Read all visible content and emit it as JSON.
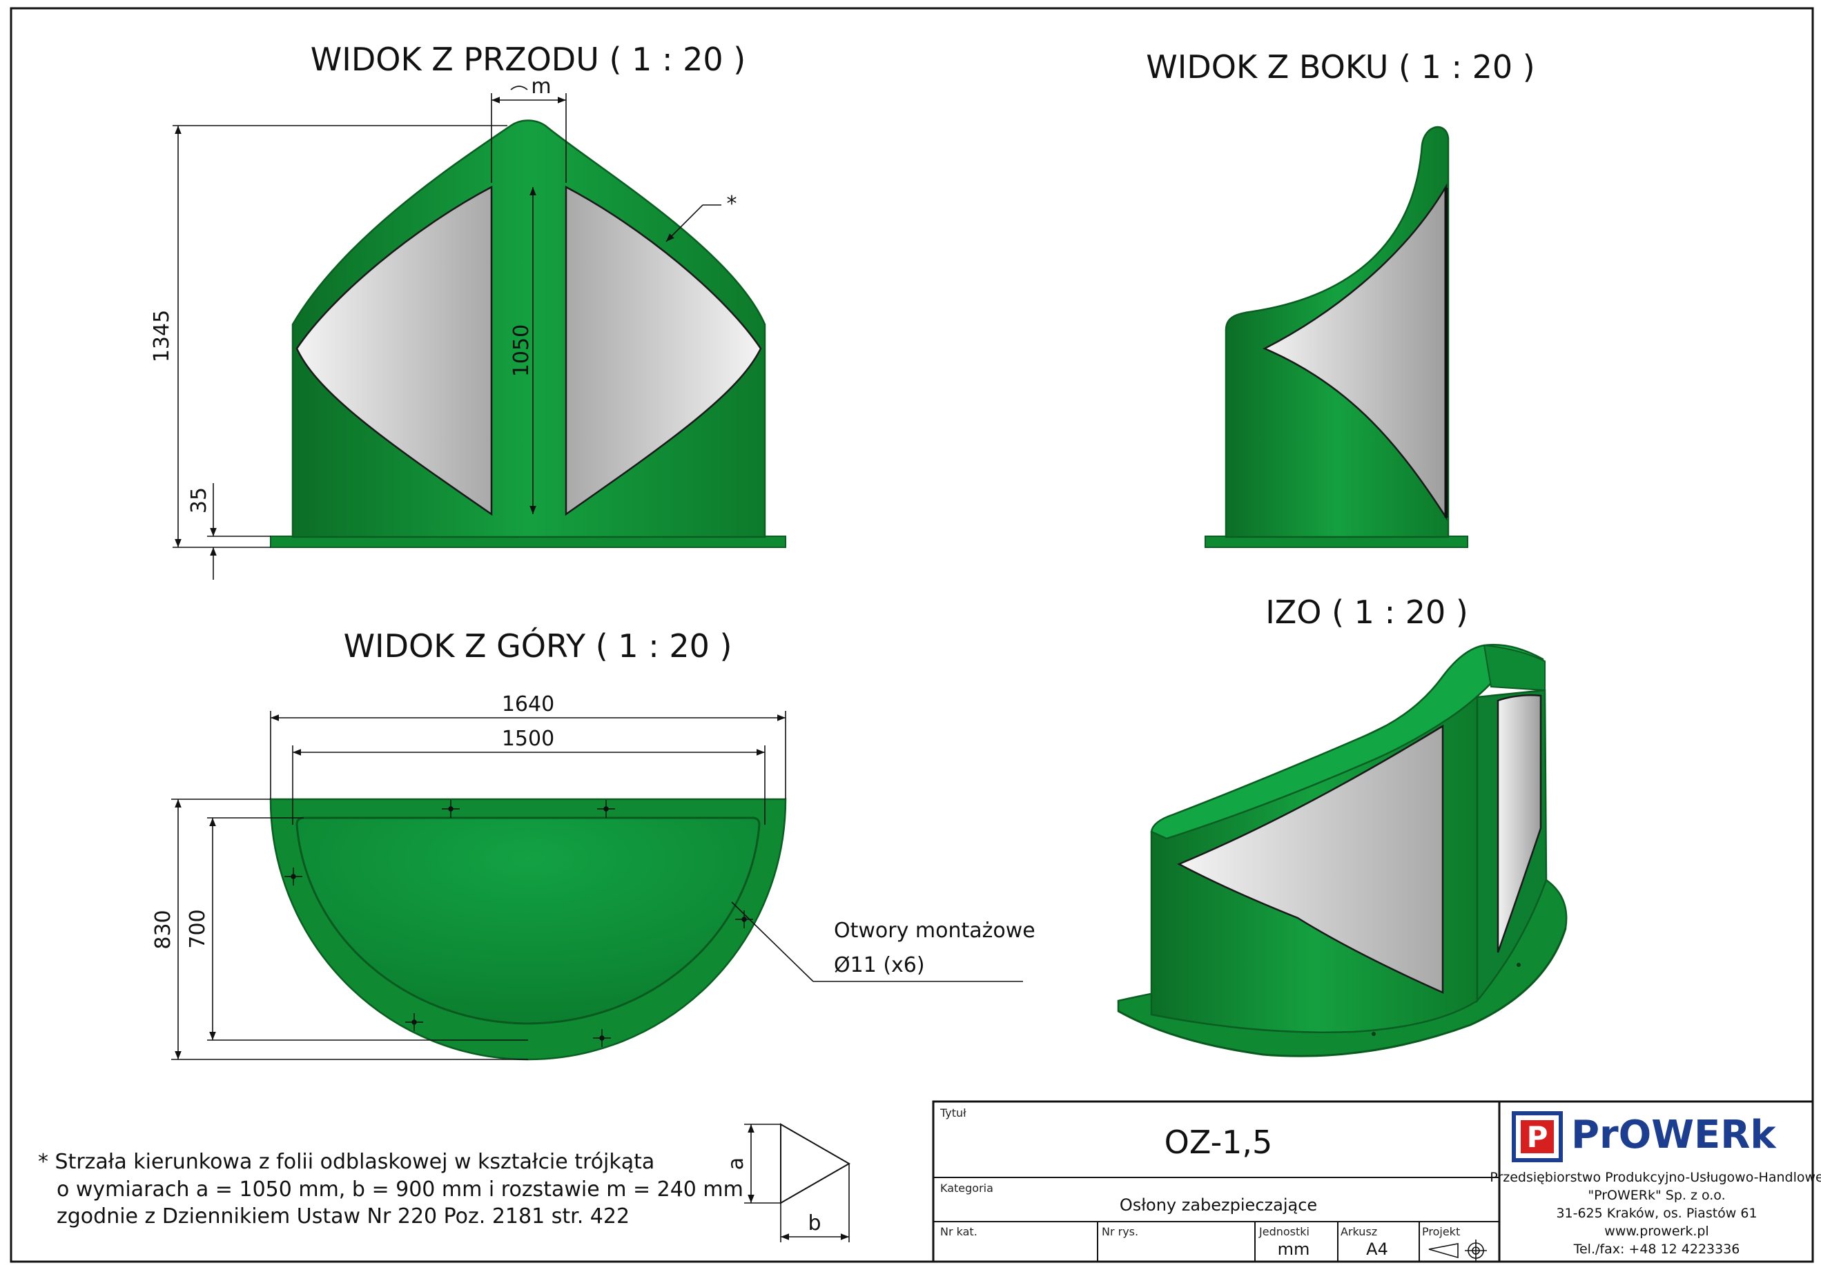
{
  "views": {
    "front": {
      "title": "WIDOK Z PRZODU ( 1 : 20 )",
      "dim_total_height": "1345",
      "dim_arrow_height": "1050",
      "dim_base_height": "35",
      "dim_spacing": "m",
      "reflective_marker": "*"
    },
    "side": {
      "title": "WIDOK Z BOKU ( 1 : 20 )"
    },
    "top": {
      "title": "WIDOK Z GÓRY ( 1 : 20 )",
      "dim_outer_width": "1640",
      "dim_inner_width": "1500",
      "dim_outer_depth": "830",
      "dim_inner_depth": "700",
      "holes_label": "Otwory montażowe",
      "holes_spec": "Ø11 (x6)"
    },
    "iso": {
      "title": "IZO ( 1 : 20 )"
    }
  },
  "note": {
    "line1": "* Strzała kierunkowa z folii odblaskowej w kształcie trójkąta",
    "line2": "o wymiarach a = 1050 mm, b = 900 mm i rozstawie m = 240 mm",
    "line3": "zgodnie z Dziennikiem Ustaw Nr 220 Poz. 2181 str. 422"
  },
  "triangle": {
    "label_a": "a",
    "label_b": "b"
  },
  "title_block": {
    "title_label": "Tytuł",
    "title_value": "OZ-1,5",
    "category_label": "Kategoria",
    "category_value": "Osłony zabezpieczające",
    "catalog_no_label": "Nr kat.",
    "drawing_no_label": "Nr rys.",
    "units_label": "Jednostki",
    "units_value": "mm",
    "sheet_label": "Arkusz",
    "sheet_value": "A4",
    "project_label": "Projekt"
  },
  "company": {
    "logo_text": "PrOWERk",
    "logo_letter": "P",
    "line1": "Przedsiębiorstwo Produkcyjno-Usługowo-Handlowe",
    "line2": "\"PrOWERk\" Sp. z o.o.",
    "line3": "31-625 Kraków, os. Piastów 61",
    "line4": "www.prowerk.pl",
    "line5": "Tel./fax: +48 12 4223336"
  },
  "colors": {
    "body_green": "#128c34",
    "face_green": "#0f9a3e",
    "foil_gray": "#d9d9d9",
    "logo_blue": "#1d3d8f",
    "logo_red": "#d62020"
  }
}
